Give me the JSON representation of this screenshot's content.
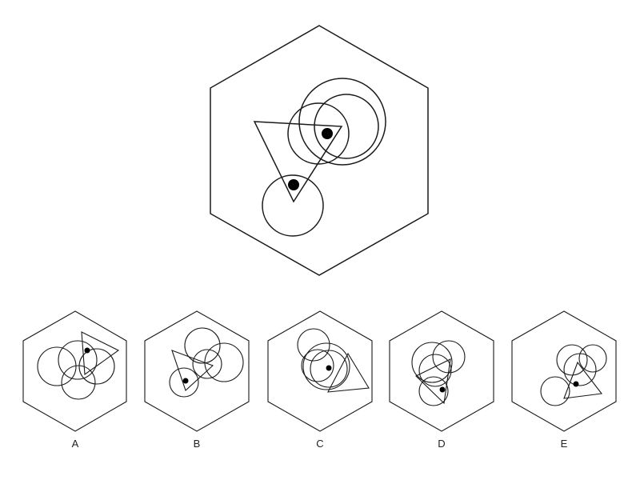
{
  "options": [
    {
      "id": "A",
      "label": "A"
    },
    {
      "id": "B",
      "label": "B"
    },
    {
      "id": "C",
      "label": "C"
    },
    {
      "id": "D",
      "label": "D"
    },
    {
      "id": "E",
      "label": "E"
    }
  ],
  "colors": {
    "stroke": "#1a1a1a",
    "dot": "#000000",
    "background": "#ffffff"
  }
}
